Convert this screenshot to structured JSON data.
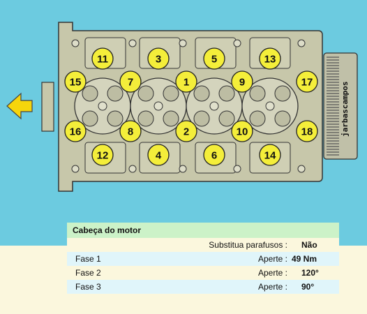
{
  "diagram": {
    "bolt_numbers": [
      "11",
      "3",
      "5",
      "13",
      "15",
      "7",
      "1",
      "9",
      "17",
      "16",
      "8",
      "2",
      "10",
      "18",
      "12",
      "4",
      "6",
      "14"
    ],
    "watermark": "jarbascampos",
    "arrow_icon": "arrow-left-icon",
    "colors": {
      "background": "#6ccbe0",
      "head": "#c7c7aa",
      "bolt_circle": "#f4ee3a",
      "arrow": "#f6d50c"
    }
  },
  "table": {
    "title": "Cabeça do motor",
    "replace_label": "Substitua parafusos :",
    "replace_value": "Não",
    "phases": [
      {
        "name": "Fase 1",
        "label": "Aperte :",
        "value": "49 Nm"
      },
      {
        "name": "Fase 2",
        "label": "Aperte :",
        "value": "120°"
      },
      {
        "name": "Fase 3",
        "label": "Aperte :",
        "value": "90°"
      }
    ]
  }
}
